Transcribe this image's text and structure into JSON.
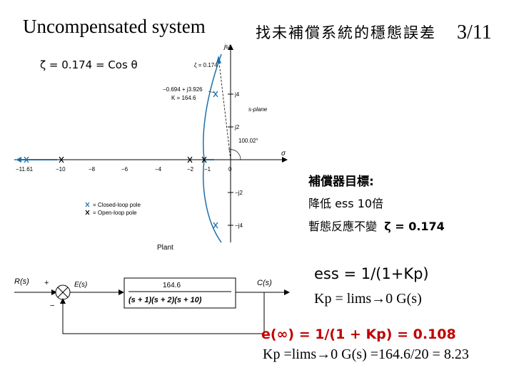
{
  "title": {
    "english": "Uncompensated system",
    "chinese": "找未補償系統的穩態誤差",
    "page": "3/11"
  },
  "root_locus": {
    "zeta_cos_label": "ζ = 0.174 = Cos θ",
    "j_omega": "jω",
    "sigma": "σ",
    "zeta_line_label": "ζ = 0.174",
    "operating_point": "−0.694 + j3.926",
    "gain": "K = 164.6",
    "s_plane": "s-plane",
    "angle": "100.02°",
    "x_ticks": [
      "−11.61",
      "−10",
      "−8",
      "−6",
      "−4",
      "−2",
      "−1",
      "0"
    ],
    "y_ticks": [
      "j4",
      "j2",
      "−j2",
      "−j4"
    ],
    "legend_closed": "= Closed-loop pole",
    "legend_open": "= Open-loop pole",
    "caption": "Plant"
  },
  "block_diagram": {
    "input": "R(s)",
    "plus": "+",
    "minus": "−",
    "error": "E(s)",
    "numerator": "164.6",
    "denominator": "(s + 1)(s + 2)(s + 10)",
    "output": "C(s)"
  },
  "goals": {
    "heading": "補償器目標:",
    "line1": "降低 ess 10倍",
    "line2_text": "暫態反應不變",
    "line2_zeta": "ζ = 0.174"
  },
  "equations": {
    "ess_formula": "ess = 1/(1+Kp)",
    "kp_formula": "Kp = lims→0 G(s)",
    "result_red": "e(∞) = 1/(1 + Kp) = 0.108",
    "kp_value": "Kp =lims→0 G(s) =164.6/20 = 8.23"
  },
  "colors": {
    "locus": "#1f6fa8",
    "red_text": "#c00000",
    "axis": "#000000"
  }
}
